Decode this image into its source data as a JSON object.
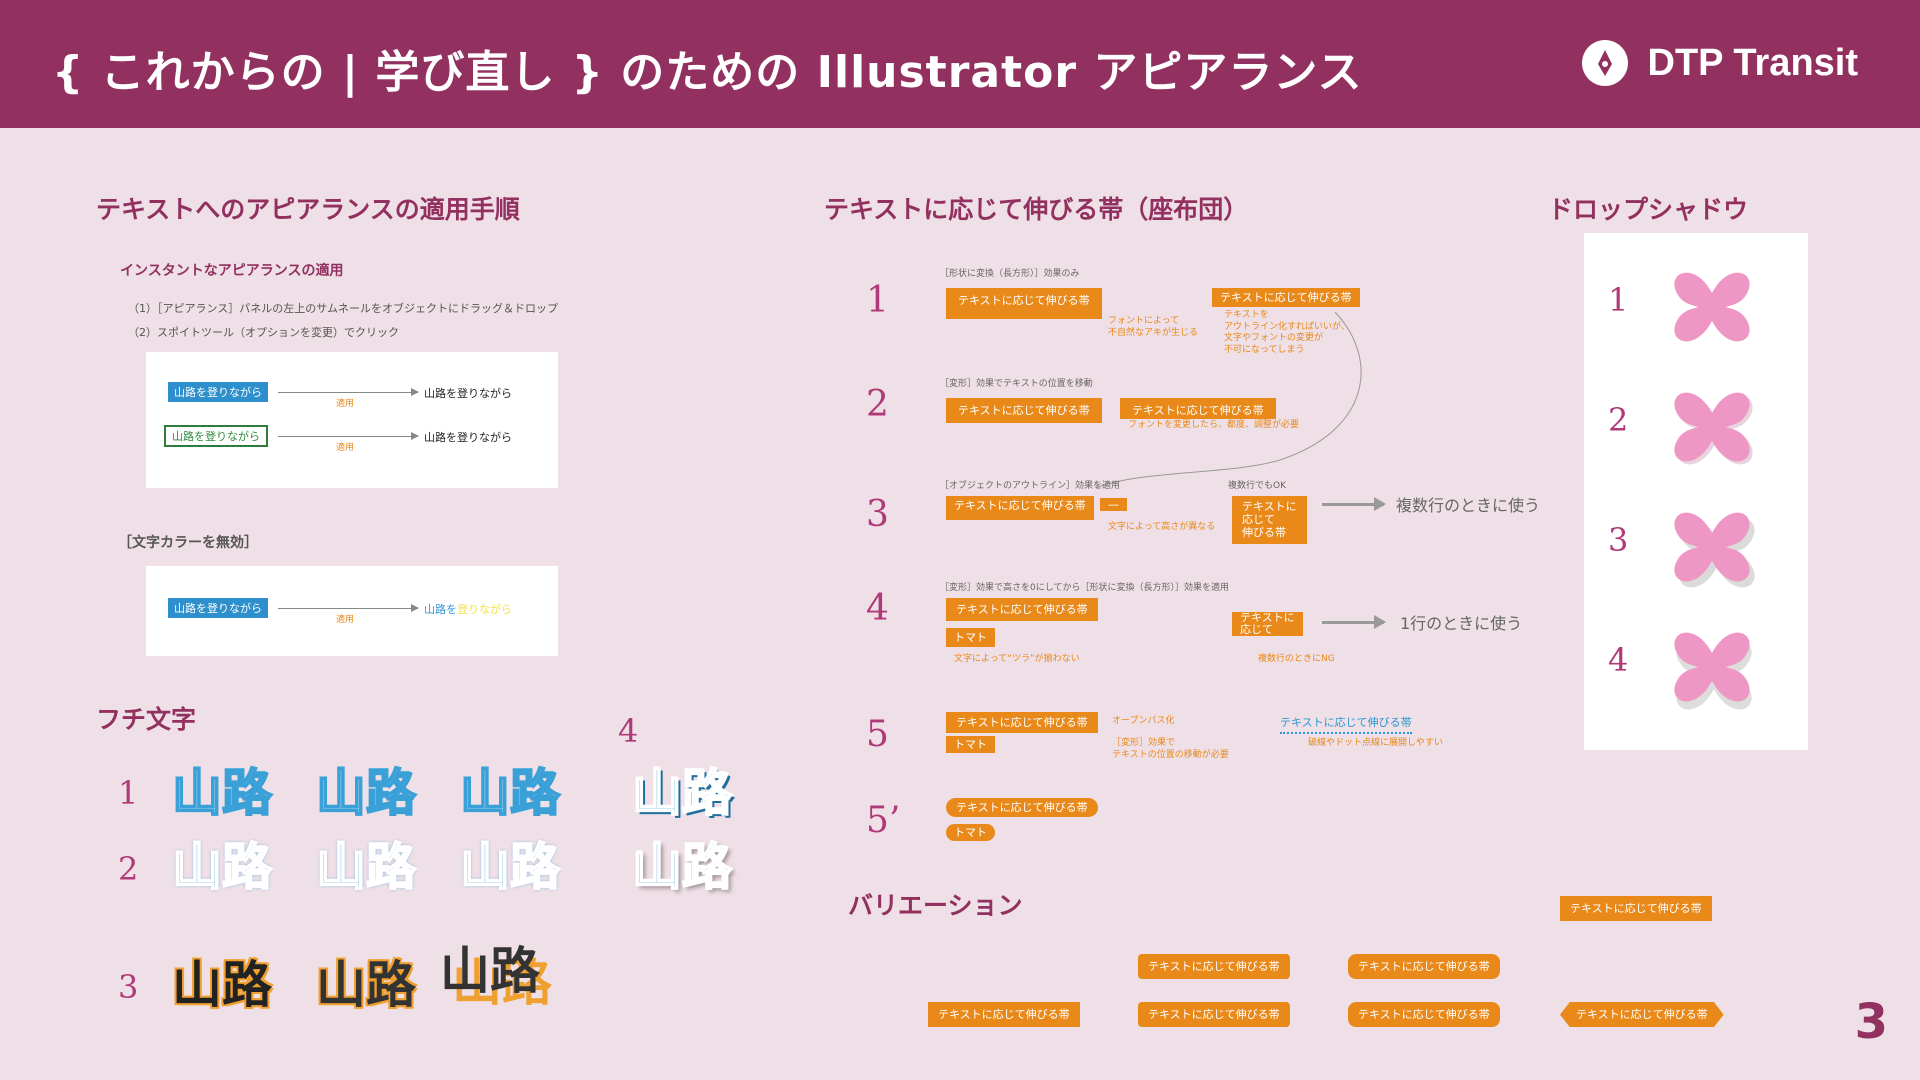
{
  "header": {
    "title": "{ これからの | 学び直し } のための Illustrator アピアランス",
    "brand": "DTP Transit"
  },
  "sections": {
    "apply": {
      "title": "テキストへのアピアランスの適用手順",
      "subtitle": "インスタントなアピアランスの適用",
      "step1": "（1）［アピアランス］パネルの左上のサムネールをオブジェクトにドラッグ＆ドロップ",
      "step2": "（2）スポイトツール（オプションを変更）でクリック",
      "sample_text": "山路を登りながら",
      "apply_label": "適用",
      "disable_heading": "［文字カラーを無効］",
      "result_a": "山路を",
      "result_b": "登りながら"
    },
    "fuchi": {
      "title": "フチ文字",
      "word": "山路",
      "nums": [
        "1",
        "2",
        "3",
        "4"
      ]
    },
    "obi": {
      "title": "テキストに応じて伸びる帯（座布団）",
      "label": "テキストに応じて伸びる帯",
      "tomato": "トマト",
      "row_nums": [
        "1",
        "2",
        "3",
        "4",
        "5",
        "5’"
      ],
      "r1_caption": "［形状に変換（長方形）］効果のみ",
      "r1_note_a": "フォントによって\n不自然なアキが生じる",
      "r1_note_b": "テキストを\nアウトライン化すればいいが、\n文字やフォントの変更が\n不可になってしまう",
      "r2_caption": "［変形］効果でテキストの位置を移動",
      "r2_note": "フォントを変更したら、都度、調整が必要",
      "r3_caption": "［オブジェクトのアウトライン］効果を適用",
      "r3_dash": "—",
      "r3_note": "文字によって高さが異なる",
      "r3_multi_caption": "複数行でもOK",
      "r3_multi": "テキストに\n応じて\n伸びる帯",
      "r3_use": "複数行のときに使う",
      "r4_caption": "［変形］効果で高さを0にしてから［形状に変換（長方形）］効果を適用",
      "r4_note": "文字によって“ツラ”が揃わない",
      "r4_multi": "テキストに\n応じて\n伸びる帯",
      "r4_multi_note": "複数行のときにNG",
      "r4_use": "1行のときに使う",
      "r5_note_a": "オープンパス化",
      "r5_note_b": "［変形］効果で\nテキストの位置の移動が必要",
      "r5_dotted": "テキストに応じて伸びる帯",
      "r5_dotted_note": "破線やドット点線に展開しやすい"
    },
    "variation": {
      "title": "バリエーション",
      "label": "テキストに応じて伸びる帯"
    },
    "drop": {
      "title": "ドロップシャドウ",
      "nums": [
        "1",
        "2",
        "3",
        "4"
      ]
    }
  },
  "page_number": "3",
  "colors": {
    "header": "#92305f",
    "background": "#efdfe6",
    "orange": "#e8891a",
    "blue": "#2f98d4",
    "pink": "#ef97c4"
  }
}
